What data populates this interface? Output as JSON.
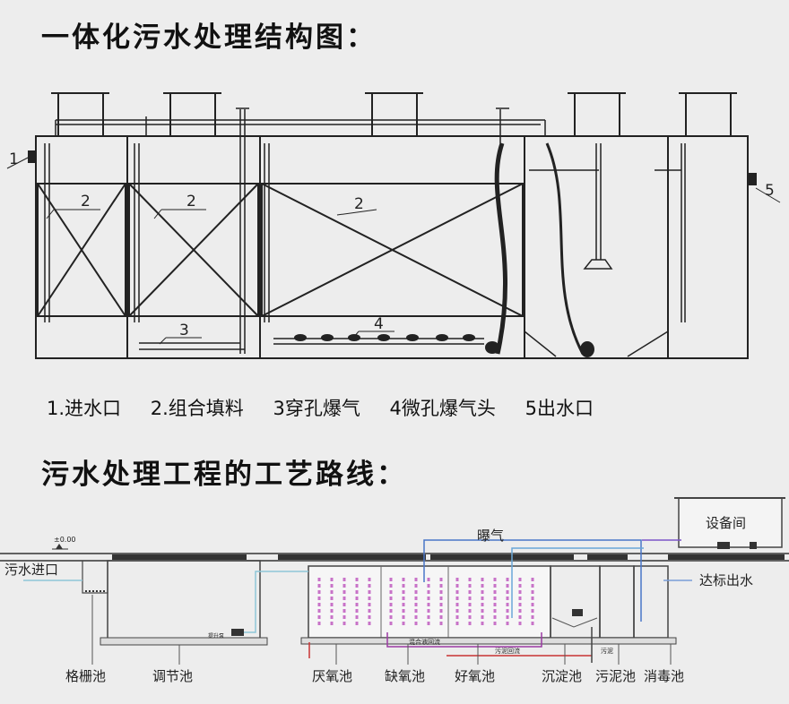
{
  "titles": {
    "structure": "一体化污水处理结构图：",
    "process": "污水处理工程的工艺路线："
  },
  "legend": [
    "1.进水口",
    "2.组合填料",
    "3穿孔爆气",
    "4微孔爆气头",
    "5出水口"
  ],
  "callouts": {
    "n1": "1",
    "n2": "2",
    "n3": "3",
    "n4": "4",
    "n5": "5"
  },
  "process": {
    "level_mark": "±0.00",
    "inlet": "污水进口",
    "aeration": "曝气",
    "equipment_room": "设备间",
    "outlet": "达标出水",
    "pump_label": "提升泵",
    "mixed_return": "混合液回流",
    "sludge_return": "污泥回流",
    "sludge_line": "污泥",
    "tanks": [
      "格栅池",
      "调节池",
      "厌氧池",
      "缺氧池",
      "好氧池",
      "沉淀池",
      "污泥池",
      "消毒池"
    ]
  }
}
